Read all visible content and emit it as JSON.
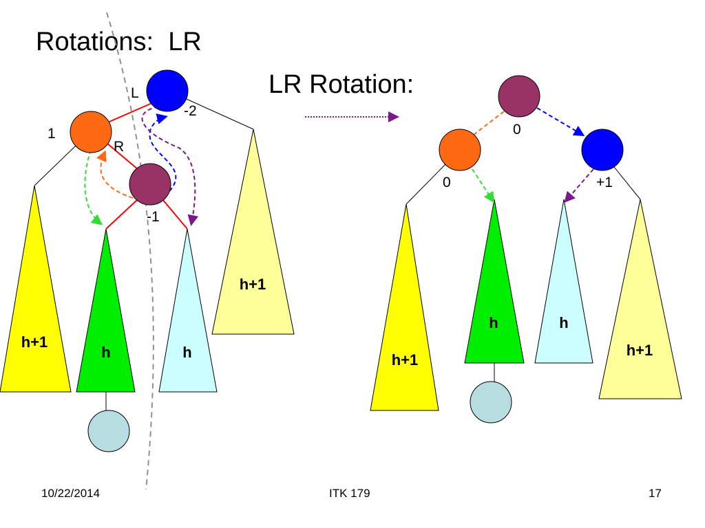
{
  "slide": {
    "title": "Rotations:  LR",
    "subtitle": "LR Rotation:",
    "footer": {
      "date": "10/22/2014",
      "course": "ITK 179",
      "page": "17"
    }
  },
  "left_tree": {
    "root": {
      "color": "#0000ff",
      "edge_label": "L",
      "balance": "-2"
    },
    "left_child": {
      "color": "#ff6a13",
      "edge_label": "R",
      "balance": "1"
    },
    "grandchild": {
      "color": "#993366",
      "balance": "-1"
    },
    "subtrees": [
      {
        "label": "h+1",
        "color": "#ffff00"
      },
      {
        "label": "h",
        "color": "#00ee00"
      },
      {
        "label": "h",
        "color": "#ccffff"
      },
      {
        "label": "h+1",
        "color": "#ffff99"
      }
    ],
    "inserted_node_color": "#b8dde0"
  },
  "right_tree": {
    "root": {
      "color": "#993366",
      "balance": "0"
    },
    "left": {
      "color": "#ff6a13",
      "balance": "0"
    },
    "right": {
      "color": "#0000ff",
      "balance": "+1"
    },
    "subtrees": [
      {
        "label": "h+1",
        "color": "#ffff00"
      },
      {
        "label": "h",
        "color": "#00ee00"
      },
      {
        "label": "h",
        "color": "#ccffff"
      },
      {
        "label": "h+1",
        "color": "#ffff99"
      }
    ],
    "inserted_node_color": "#b8dde0"
  },
  "colors": {
    "red_edge": "#ff0000",
    "orange_arrow": "#ff6a13",
    "green_arrow": "#33dd33",
    "blue_arrow": "#0000ff",
    "purple_arrow": "#7a1a8a",
    "divider": "#909090"
  }
}
